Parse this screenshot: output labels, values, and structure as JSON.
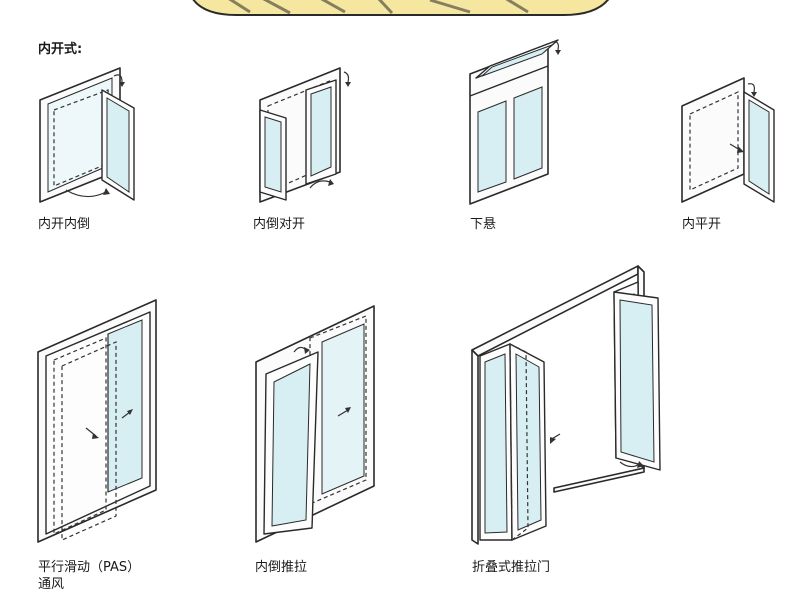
{
  "colors": {
    "banner_yellow": "#f5e6a0",
    "banner_outline": "#2a2a2a",
    "glass": "#d7eef3",
    "frame": "#2a2a2a"
  },
  "section_title": "内开式:",
  "figures": [
    {
      "id": "inward-casement-tilt",
      "label": "内开内倒"
    },
    {
      "id": "inward-tilt-double",
      "label": "内倒对开"
    },
    {
      "id": "bottom-hung",
      "label": "下悬"
    },
    {
      "id": "inward-parallel-open",
      "label": "内平开"
    },
    {
      "id": "parallel-slide",
      "label": "平行滑动（PAS）",
      "label_line2": "通风"
    },
    {
      "id": "inward-tilt-slide",
      "label": "内倒推拉"
    },
    {
      "id": "folding-slide-door",
      "label": "折叠式推拉门"
    }
  ]
}
